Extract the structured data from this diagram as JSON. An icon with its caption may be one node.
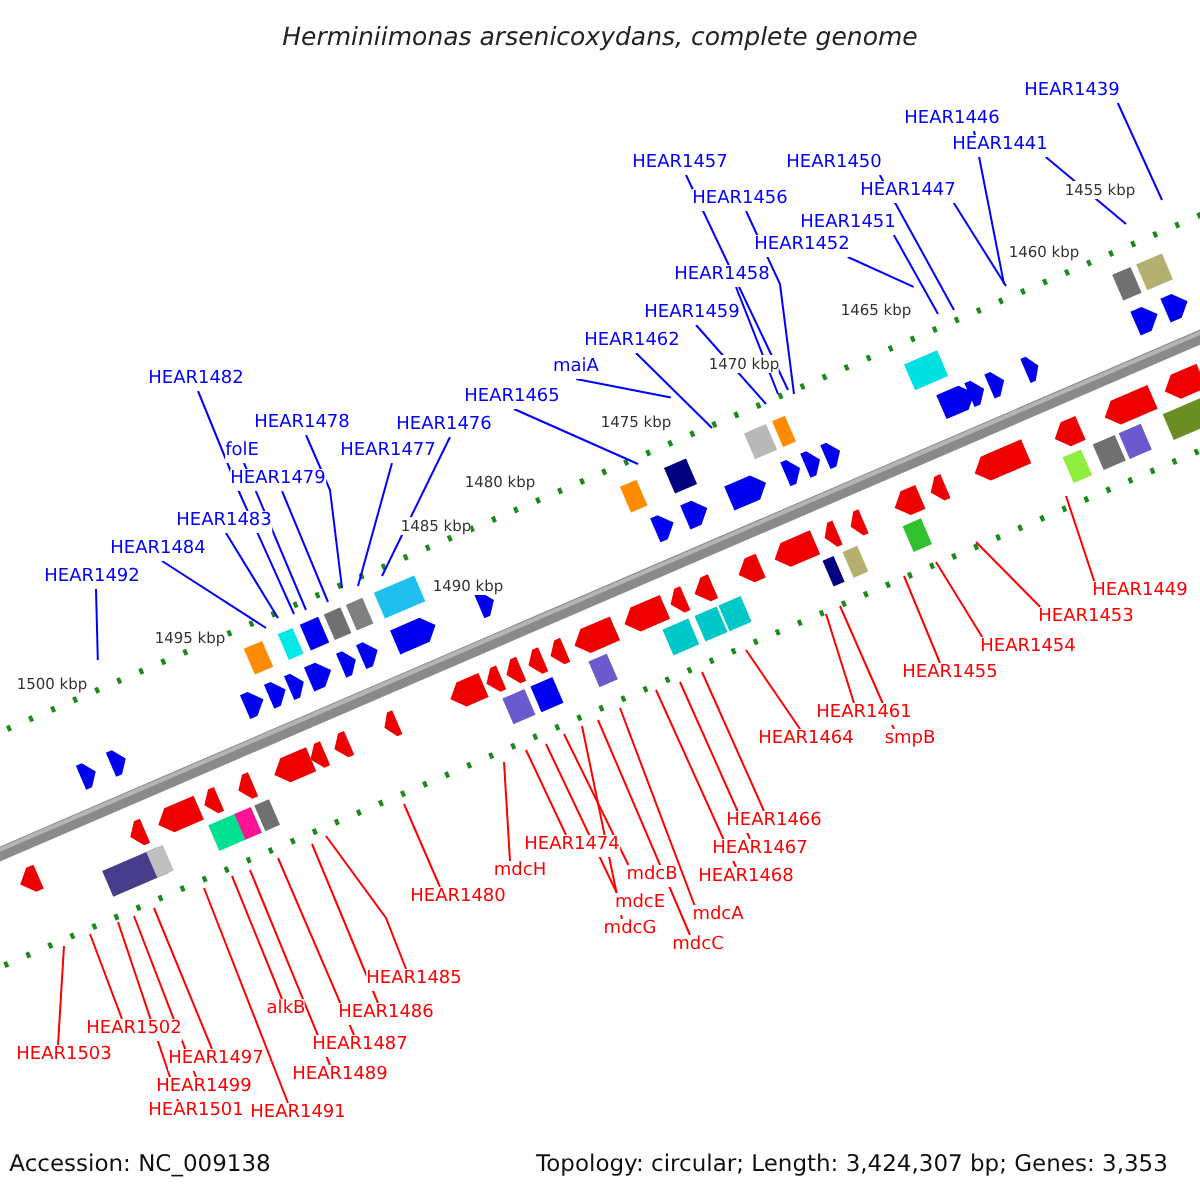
{
  "diagram": {
    "title": "Herminiimonas arsenicoxydans, complete genome",
    "nodes": [
      {
        "text": [
          "HEAR1439"
        ]
      },
      {
        "text": [
          "HEAR1446"
        ]
      },
      {
        "text": [
          "HEAR1441"
        ]
      },
      {
        "text": [
          "HEAR1457"
        ]
      },
      {
        "text": [
          "HEAR1450"
        ]
      },
      {
        "text": [
          "HEAR1447"
        ]
      },
      {
        "text": [
          "HEAR1456"
        ]
      },
      {
        "text": [
          "HEAR1451"
        ]
      },
      {
        "text": [
          "HEAR1452"
        ]
      },
      {
        "text": [
          "HEAR1458"
        ]
      },
      {
        "text": [
          "HEAR1459"
        ]
      },
      {
        "text": [
          "HEAR1462"
        ]
      },
      {
        "text": [
          "HEAR1482"
        ]
      },
      {
        "text": [
          "maiA"
        ]
      },
      {
        "text": [
          "HEAR1465"
        ]
      },
      {
        "text": [
          "HEAR1478"
        ]
      },
      {
        "text": [
          "HEAR1476"
        ]
      },
      {
        "text": [
          "folE"
        ]
      },
      {
        "text": [
          "HEAR1477"
        ]
      },
      {
        "text": [
          "HEAR1479"
        ]
      },
      {
        "text": [
          "HEAR1483"
        ]
      },
      {
        "text": [
          "HEAR1484"
        ]
      },
      {
        "text": [
          "HEAR1492"
        ]
      },
      {
        "text": [
          "HEAR1449"
        ]
      },
      {
        "text": [
          "HEAR1453"
        ]
      },
      {
        "text": [
          "HEAR1454"
        ]
      },
      {
        "text": [
          "HEAR1455"
        ]
      },
      {
        "text": [
          "HEAR1461"
        ]
      },
      {
        "text": [
          "HEAR1464"
        ]
      },
      {
        "text": [
          "smpB"
        ]
      },
      {
        "text": [
          "HEAR1466"
        ]
      },
      {
        "text": [
          "HEAR1467"
        ]
      },
      {
        "text": [
          "HEAR1474"
        ]
      },
      {
        "text": [
          "mdcH"
        ]
      },
      {
        "text": [
          "HEAR1480"
        ]
      },
      {
        "text": [
          "HEAR1468"
        ]
      },
      {
        "text": [
          "mdcB"
        ]
      },
      {
        "text": [
          "mdcE"
        ]
      },
      {
        "text": [
          "mdcA"
        ]
      },
      {
        "text": [
          "mdcG"
        ]
      },
      {
        "text": [
          "mdcC"
        ]
      },
      {
        "text": [
          "HEAR1485"
        ]
      },
      {
        "text": [
          "alkB"
        ]
      },
      {
        "text": [
          "HEAR1486"
        ]
      },
      {
        "text": [
          "HEAR1502"
        ]
      },
      {
        "text": [
          "HEAR1487"
        ]
      },
      {
        "text": [
          "HEAR1503"
        ]
      },
      {
        "text": [
          "HEAR1497"
        ]
      },
      {
        "text": [
          "HEAR1489"
        ]
      },
      {
        "text": [
          "HEAR1499"
        ]
      },
      {
        "text": [
          "HEAR1501"
        ]
      },
      {
        "text": [
          "HEAR1491"
        ]
      }
    ],
    "edges": [
      {
        "from": 0,
        "to": null,
        "arrow": "none",
        "color": "#0000ff"
      },
      {
        "from": 1,
        "to": null,
        "arrow": "none",
        "color": "#0000ff"
      },
      {
        "from": 2,
        "to": null,
        "arrow": "none",
        "color": "#0000ff"
      },
      {
        "from": 3,
        "to": null,
        "arrow": "none",
        "color": "#0000ff"
      },
      {
        "from": 4,
        "to": null,
        "arrow": "none",
        "color": "#0000ff"
      },
      {
        "from": 5,
        "to": null,
        "arrow": "none",
        "color": "#0000ff"
      },
      {
        "from": 6,
        "to": null,
        "arrow": "none",
        "color": "#0000ff"
      },
      {
        "from": 7,
        "to": null,
        "arrow": "none",
        "color": "#0000ff"
      },
      {
        "from": 8,
        "to": null,
        "arrow": "none",
        "color": "#0000ff"
      },
      {
        "from": 9,
        "to": null,
        "arrow": "none",
        "color": "#0000ff"
      },
      {
        "from": 10,
        "to": null,
        "arrow": "none",
        "color": "#0000ff"
      },
      {
        "from": 11,
        "to": null,
        "arrow": "none",
        "color": "#0000ff"
      },
      {
        "from": 12,
        "to": null,
        "arrow": "none",
        "color": "#0000ff"
      },
      {
        "from": 13,
        "to": null,
        "arrow": "none",
        "color": "#0000ff"
      },
      {
        "from": 14,
        "to": null,
        "arrow": "none",
        "color": "#0000ff"
      },
      {
        "from": 15,
        "to": null,
        "arrow": "none",
        "color": "#0000ff"
      },
      {
        "from": 16,
        "to": null,
        "arrow": "none",
        "color": "#0000ff"
      },
      {
        "from": 17,
        "to": null,
        "arrow": "none",
        "color": "#0000ff"
      },
      {
        "from": 18,
        "to": null,
        "arrow": "none",
        "color": "#0000ff"
      },
      {
        "from": 19,
        "to": null,
        "arrow": "none",
        "color": "#0000ff"
      },
      {
        "from": 20,
        "to": null,
        "arrow": "none",
        "color": "#0000ff"
      },
      {
        "from": 21,
        "to": null,
        "arrow": "none",
        "color": "#0000ff"
      },
      {
        "from": 22,
        "to": null,
        "arrow": "none",
        "color": "#0000ff"
      },
      {
        "from": 23,
        "to": null,
        "arrow": "none"
      },
      {
        "from": 24,
        "to": null,
        "arrow": "none"
      },
      {
        "from": 25,
        "to": null,
        "arrow": "none"
      },
      {
        "from": 26,
        "to": null,
        "arrow": "none"
      },
      {
        "from": 27,
        "to": null,
        "arrow": "none"
      },
      {
        "from": 28,
        "to": null,
        "arrow": "none"
      },
      {
        "from": 29,
        "to": null,
        "arrow": "none"
      },
      {
        "from": 30,
        "to": null,
        "arrow": "none"
      },
      {
        "from": 31,
        "to": null,
        "arrow": "none"
      },
      {
        "from": 32,
        "to": null,
        "arrow": "none"
      },
      {
        "from": 33,
        "to": null,
        "arrow": "none"
      },
      {
        "from": 34,
        "to": null,
        "arrow": "none"
      },
      {
        "from": 35,
        "to": null,
        "arrow": "none"
      },
      {
        "from": 36,
        "to": null,
        "arrow": "none"
      },
      {
        "from": 37,
        "to": null,
        "arrow": "none"
      },
      {
        "from": 38,
        "to": null,
        "arrow": "none"
      },
      {
        "from": 39,
        "to": null,
        "arrow": "none"
      },
      {
        "from": 40,
        "to": null,
        "arrow": "none"
      },
      {
        "from": 41,
        "to": null,
        "arrow": "none"
      },
      {
        "from": 42,
        "to": null,
        "arrow": "none"
      },
      {
        "from": 43,
        "to": null,
        "arrow": "none"
      },
      {
        "from": 44,
        "to": null,
        "arrow": "none"
      },
      {
        "from": 45,
        "to": null,
        "arrow": "none"
      },
      {
        "from": 46,
        "to": null,
        "arrow": "none"
      },
      {
        "from": 47,
        "to": null,
        "arrow": "none"
      },
      {
        "from": 48,
        "to": null,
        "arrow": "none"
      },
      {
        "from": 49,
        "to": null,
        "arrow": "none"
      },
      {
        "from": 50,
        "to": null,
        "arrow": "none"
      },
      {
        "from": 51,
        "to": null,
        "arrow": "none"
      }
    ],
    "labels": [
      "1455 kbp",
      "1460 kbp",
      "1465 kbp",
      "1470 kbp",
      "1475 kbp",
      "1480 kbp",
      "1485 kbp",
      "1490 kbp",
      "1495 kbp",
      "1500 kbp",
      "Accession: NC_009138",
      "Topology: circular; Length: 3,424,307 bp; Genes: 3,353"
    ]
  }
}
